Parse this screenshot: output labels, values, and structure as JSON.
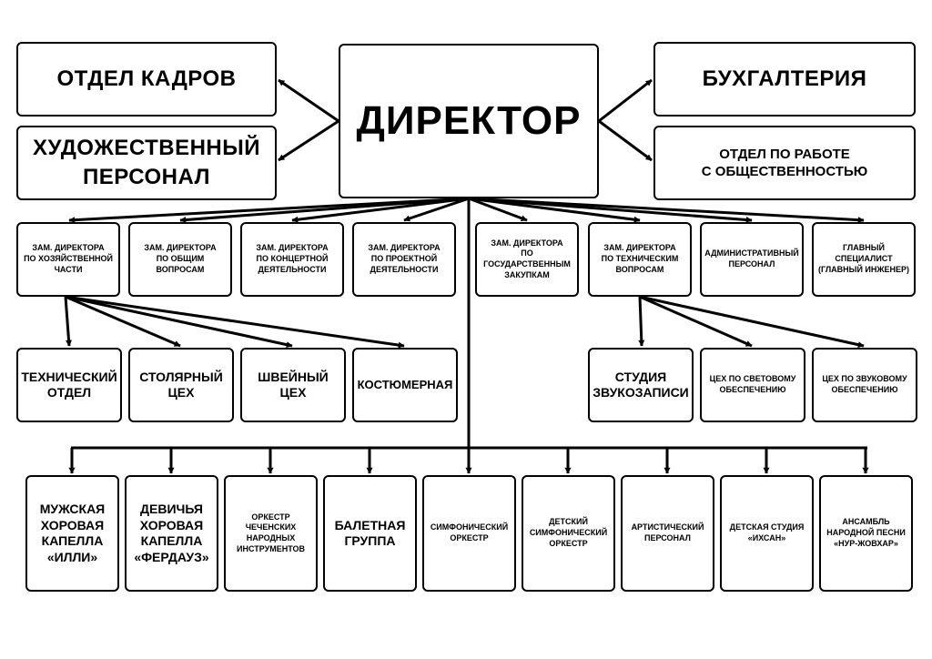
{
  "director": "ДИРЕКТОР",
  "side": {
    "hr": "ОТДЕЛ КАДРОВ",
    "art_staff": "ХУДОЖЕСТВЕННЫЙ\nПЕРСОНАЛ",
    "accounting": "БУХГАЛТЕРИЯ",
    "pr": "ОТДЕЛ ПО РАБОТЕ\nС ОБЩЕСТВЕННОСТЬЮ"
  },
  "deputies": [
    "ЗАМ. ДИРЕКТОРА\nПО ХОЗЯЙСТВЕННОЙ\nЧАСТИ",
    "ЗАМ. ДИРЕКТОРА\nПО ОБЩИМ\nВОПРОСАМ",
    "ЗАМ. ДИРЕКТОРА\nПО КОНЦЕРТНОЙ\nДЕЯТЕЛЬНОСТИ",
    "ЗАМ. ДИРЕКТОРА\nПО ПРОЕКТНОЙ\nДЕЯТЕЛЬНОСТИ",
    "ЗАМ. ДИРЕКТОРА\nПО\nГОСУДАРСТВЕННЫМ\nЗАКУПКАМ",
    "ЗАМ. ДИРЕКТОРА\nПО ТЕХНИЧЕСКИМ\nВОПРОСАМ",
    "АДМИНИСТРАТИВНЫЙ\nПЕРСОНАЛ",
    "ГЛАВНЫЙ\nСПЕЦИАЛИСТ\n(ГЛАВНЫЙ ИНЖЕНЕР)"
  ],
  "household_units": [
    "ТЕХНИЧЕСКИЙ\nОТДЕЛ",
    "СТОЛЯРНЫЙ\nЦЕХ",
    "ШВЕЙНЫЙ\nЦЕХ",
    "КОСТЮМЕРНАЯ"
  ],
  "technical_units": [
    "СТУДИЯ\nЗВУКОЗАПИСИ",
    "ЦЕХ ПО СВЕТОВОМУ\nОБЕСПЕЧЕНИЮ",
    "ЦЕХ ПО ЗВУКОВОМУ\nОБЕСПЕЧЕНИЮ"
  ],
  "ensembles": [
    "МУЖСКАЯ\nХОРОВАЯ\nКАПЕЛЛА\n«ИЛЛИ»",
    "ДЕВИЧЬЯ\nХОРОВАЯ\nКАПЕЛЛА\n«ФЕРДАУЗ»",
    "ОРКЕСТР\nЧЕЧЕНСКИХ\nНАРОДНЫХ\nИНСТРУМЕНТОВ",
    "БАЛЕТНАЯ\nГРУППА",
    "СИМФОНИЧЕСКИЙ\nОРКЕСТР",
    "ДЕТСКИЙ\nСИМФОНИЧЕСКИЙ\nОРКЕСТР",
    "АРТИСТИЧЕСКИЙ\nПЕРСОНАЛ",
    "ДЕТСКАЯ СТУДИЯ\n«ИХСАН»",
    "АНСАМБЛЬ\nНАРОДНОЙ ПЕСНИ\n«НУР-ЖОВХАР»"
  ]
}
